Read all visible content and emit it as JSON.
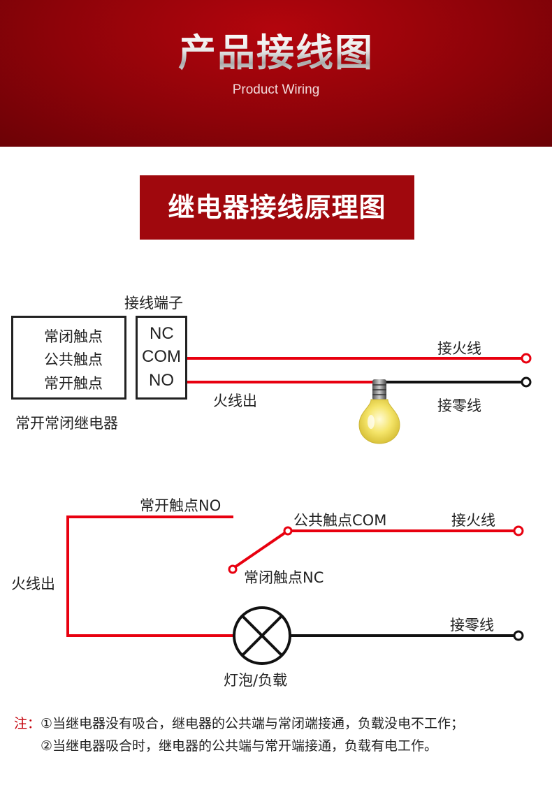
{
  "header": {
    "title": "产品接线图",
    "subtitle": "Product Wiring"
  },
  "section_title": "继电器接线原理图",
  "diagram1": {
    "terminal_caption": "接线端子",
    "relay_contacts": [
      "常闭触点",
      "公共触点",
      "常开触点"
    ],
    "terminals": [
      "NC",
      "COM",
      "NO"
    ],
    "relay_name": "常开常闭继电器",
    "live_in": "接火线",
    "live_out": "火线出",
    "neutral": "接零线"
  },
  "diagram2": {
    "no_contact": "常开触点NO",
    "com_contact": "公共触点COM",
    "live_in": "接火线",
    "nc_contact": "常闭触点NC",
    "live_out": "火线出",
    "neutral": "接零线",
    "load": "灯泡/负载"
  },
  "notes": {
    "prefix": "注：",
    "line1": "①当继电器没有吸合，继电器的公共端与常闭端接通，负载没电不工作；",
    "line2": "②当继电器吸合时，继电器的公共端与常开端接通，负载有电工作。"
  },
  "colors": {
    "brand_red": "#a0080d",
    "wire_red": "#e8000f",
    "wire_black": "#111111"
  }
}
